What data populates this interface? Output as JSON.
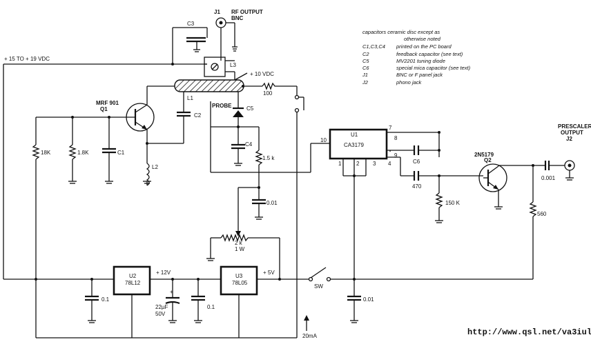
{
  "supply_label": "+ 15 TO + 19 VDC",
  "rf_output": {
    "jack": "J1",
    "title": "RF OUTPUT",
    "type": "BNC"
  },
  "prescaler_output": {
    "line1": "PRESCALER",
    "line2": "OUTPUT",
    "jack": "J2"
  },
  "components": {
    "c3": "C3",
    "l3": "L3",
    "plus10": "+ 10 VDC",
    "r100": "100",
    "q1_type": "MRF 901",
    "q1": "Q1",
    "l1": "L1",
    "c2": "C2",
    "probe": "PROBE",
    "c5": "C5",
    "r18k": "18K",
    "r1_8k": "1.8K",
    "c1": "C1",
    "l2": "L2",
    "c4": "C4",
    "r1_5k": "1.5 k",
    "c001a": "0.01",
    "pot_value": "2 k",
    "pot_watt": "1 W",
    "u1": "U1",
    "u1_type": "CA3179",
    "pin10": "10",
    "pin7": "7",
    "pin8": "8",
    "pin9": "9",
    "pin4": "4",
    "pin1": "1",
    "pin2": "2",
    "pin3": "3",
    "c6": "C6",
    "c470": "470",
    "r150k": "150 K",
    "q2_type": "2N5179",
    "q2": "Q2",
    "c0001": "0.001",
    "r560": "560",
    "u2": "U2",
    "u2_type": "78L12",
    "v12": "+ 12V",
    "u3": "U3",
    "u3_type": "78L05",
    "v5": "+ 5V",
    "c01a": "0.1",
    "c22": "22µF",
    "c22v": "50V",
    "c01b": "0.1",
    "sw": "SW",
    "c001b": "0.01",
    "current": "20mA"
  },
  "notes": [
    {
      "key": "capacitors ceramic disc except as",
      "desc": ""
    },
    {
      "key": "",
      "desc": "otherwise noted"
    },
    {
      "key": "C1,C3,C4",
      "desc": "printed on the PC board"
    },
    {
      "key": "C2",
      "desc": "feedback capacitor (see text)"
    },
    {
      "key": "C5",
      "desc": "MV2201 tuning diode"
    },
    {
      "key": "C6",
      "desc": "special mica capacitor (see text)"
    },
    {
      "key": "J1",
      "desc": "BNC or F panel jack"
    },
    {
      "key": "J2",
      "desc": "phono jack"
    }
  ],
  "footer_url": "http://www.qsl.net/va3iul"
}
